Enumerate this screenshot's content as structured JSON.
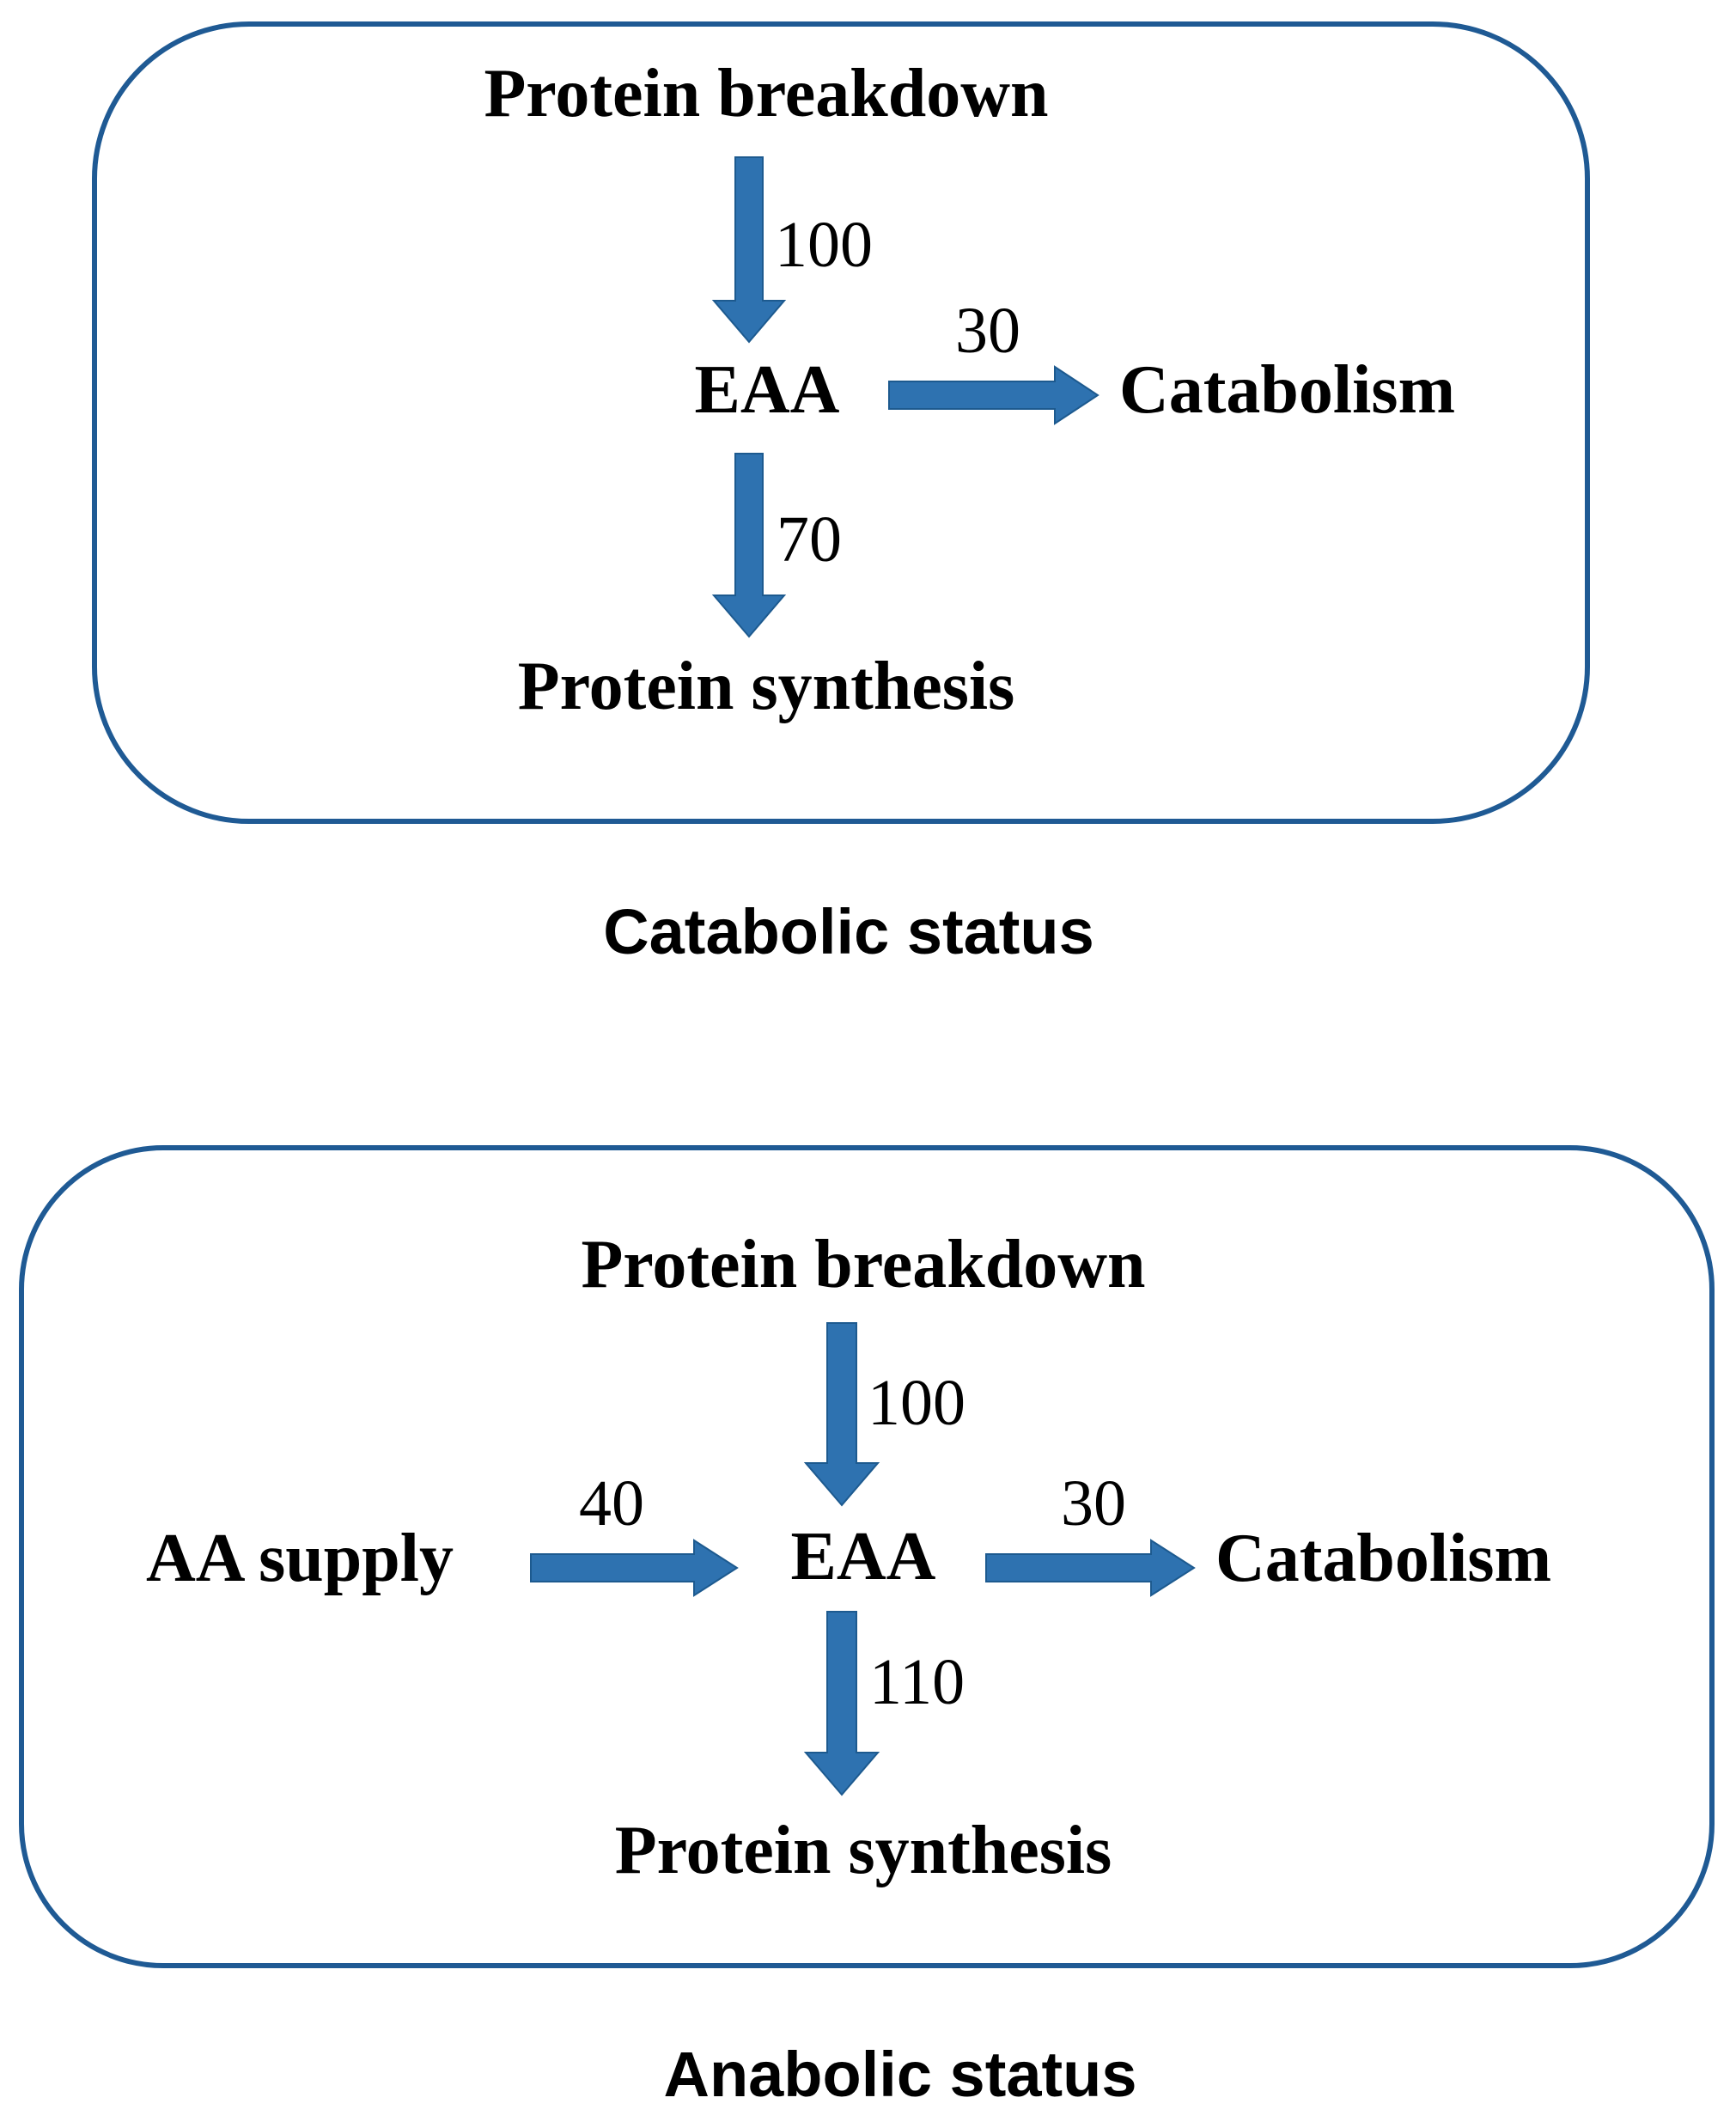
{
  "colors": {
    "arrow": "#2e72b0",
    "arrow_edge": "#1d5a8f",
    "panel_border": "#1f5a94"
  },
  "catabolic": {
    "protein_breakdown": "Protein breakdown",
    "eaa": "EAA",
    "catabolism": "Catabolism",
    "protein_synthesis": "Protein synthesis",
    "flow_breakdown_to_eaa": "100",
    "flow_eaa_to_catabolism": "30",
    "flow_eaa_to_synthesis": "70",
    "caption": "Catabolic status"
  },
  "anabolic": {
    "protein_breakdown": "Protein breakdown",
    "aa_supply": "AA supply",
    "eaa": "EAA",
    "catabolism": "Catabolism",
    "protein_synthesis": "Protein synthesis",
    "flow_breakdown_to_eaa": "100",
    "flow_supply_to_eaa": "40",
    "flow_eaa_to_catabolism": "30",
    "flow_eaa_to_synthesis": "110",
    "caption": "Anabolic status"
  }
}
